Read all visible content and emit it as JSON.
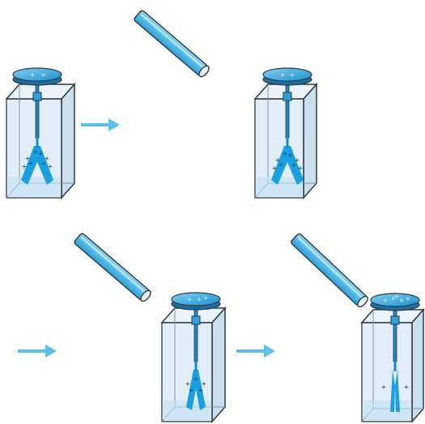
{
  "colors": {
    "background": "#ffffff",
    "glass_fill": "#dcebf6",
    "glass_stroke": "#2d3a45",
    "rod_fill": "#5fc1ea",
    "rod_highlight": "#bfe8f8",
    "disk_fill": "#3aa9df",
    "leaf_color": "#1aa0e0",
    "arrow_color": "#5bc0ea",
    "charge_color": "#1d2b36"
  },
  "diagram": {
    "description_items": [
      {
        "id": "step1-electroscope",
        "charged_rod_nearby": false,
        "leaves": "diverged"
      },
      {
        "id": "step2-electroscope",
        "charged_rod_nearby": true,
        "leaves": "diverged"
      },
      {
        "id": "step3-electroscope",
        "charged_rod_nearby": true,
        "leaves": "less-diverged"
      },
      {
        "id": "step4-electroscope",
        "charged_rod_nearby": true,
        "leaves": "closed"
      }
    ],
    "arrows": 3,
    "charge_symbol": "+"
  }
}
